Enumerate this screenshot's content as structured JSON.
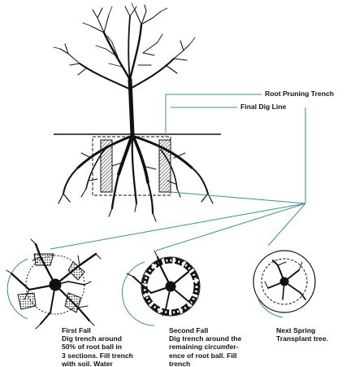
{
  "diagram": {
    "callouts": {
      "root_pruning_trench": "Root Pruning Trench",
      "final_dig_line": "Final Dig Line"
    },
    "steps": [
      {
        "title": "First Fall",
        "text": "Dig trench around\n50% of root ball in\n3 sections. Fill trench\nwith soil. Water"
      },
      {
        "title": "Second Fall",
        "text": "Dig trench around the\nremaining circumfer-\nence of root ball. Fill\ntrench"
      },
      {
        "title": "Next Spring",
        "text": "Transplant tree."
      }
    ],
    "colors": {
      "line": "#111111",
      "leader": "#3f8f8a",
      "hatch": "#333333"
    }
  }
}
